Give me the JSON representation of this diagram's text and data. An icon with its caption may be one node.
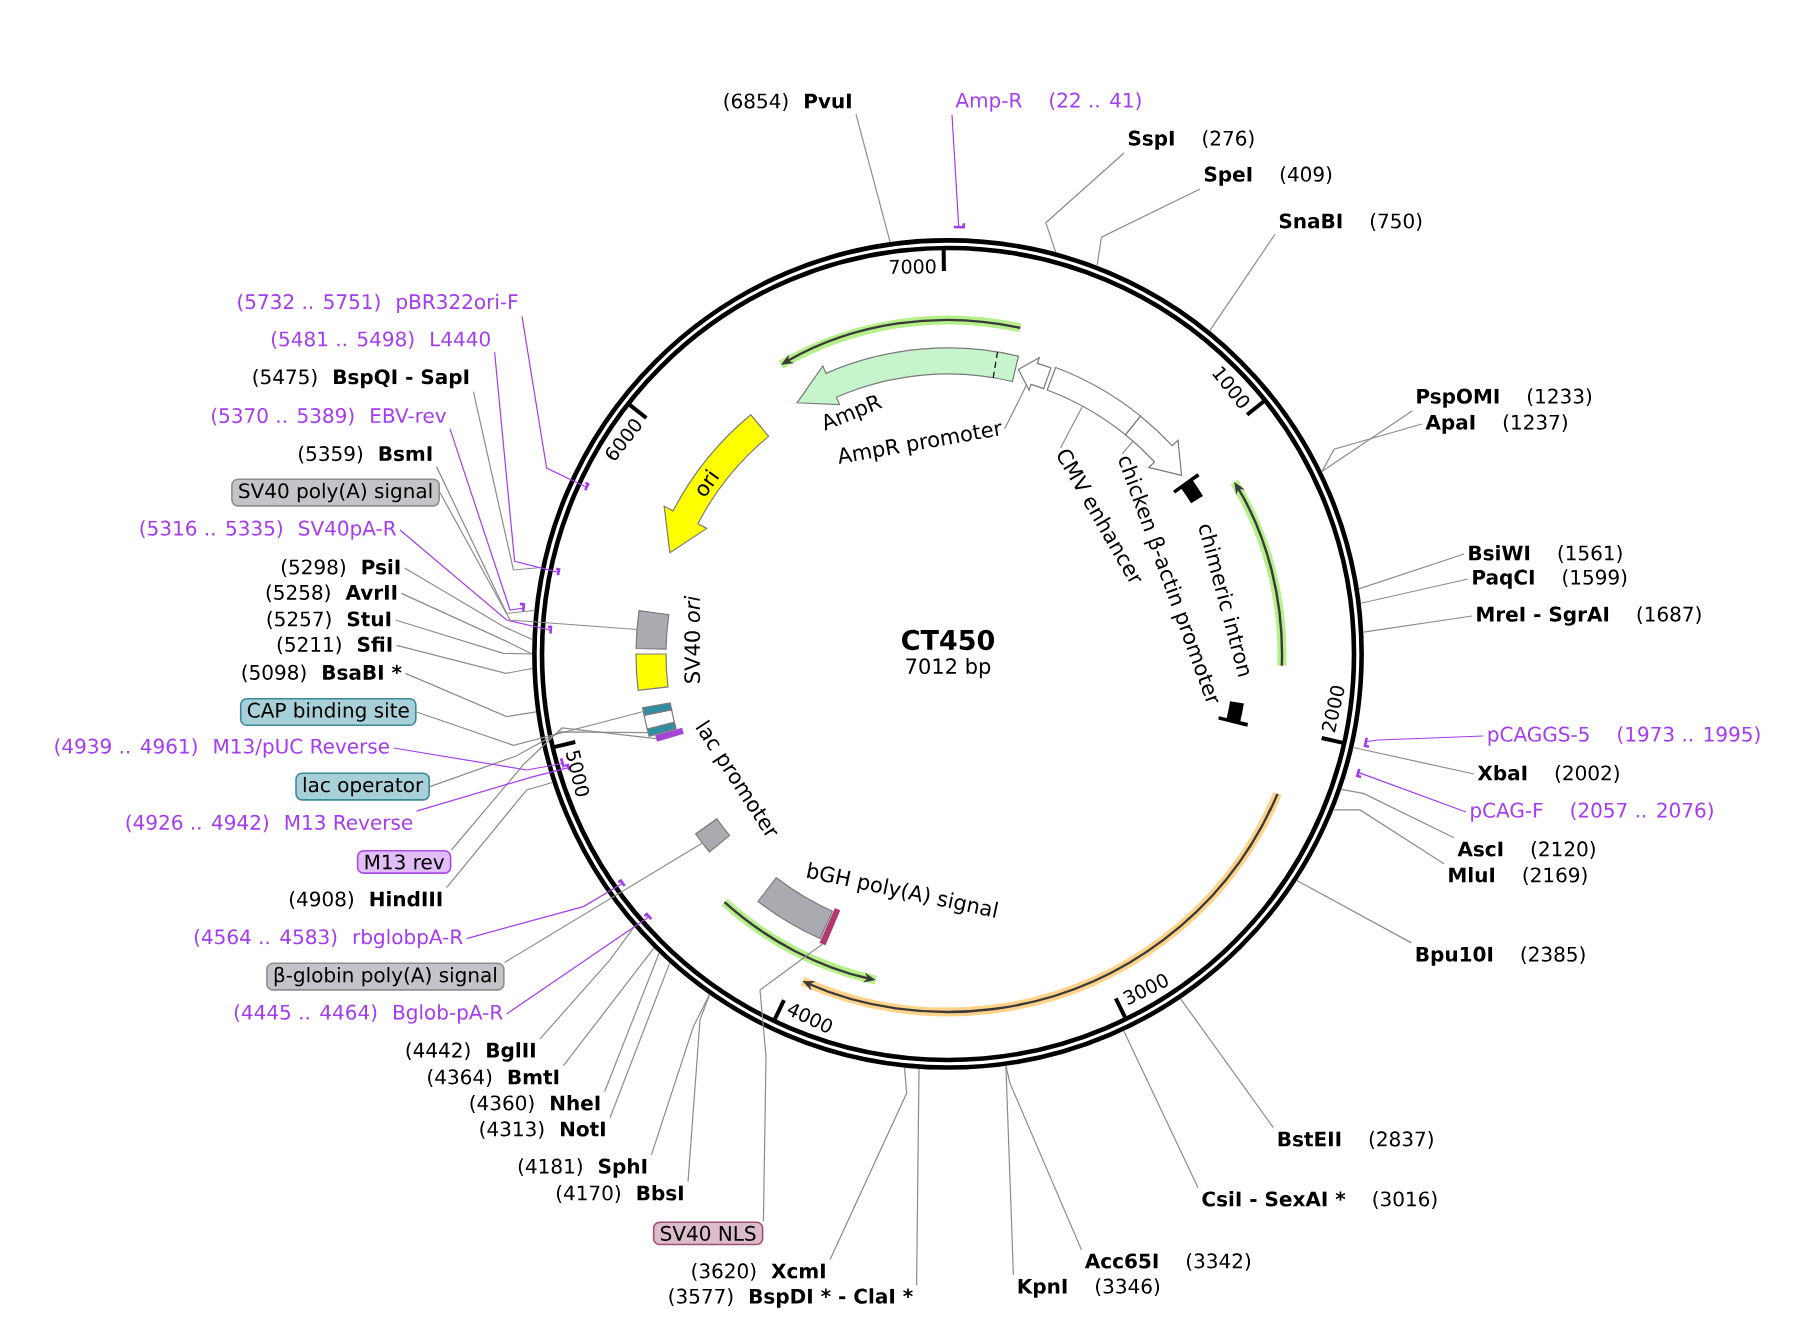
{
  "diagram": {
    "nodes": [
      {
        "text": [
          "CT450",
          "7012 bp"
        ]
      },
      {
        "text": [
          "AmpR"
        ],
        "in": 0
      },
      {
        "text": [],
        "shape": "arrow",
        "in": 0
      },
      {
        "text": [],
        "shape": "box",
        "in": 0
      },
      {
        "text": [],
        "shape": "arrow",
        "in": 0
      },
      {
        "text": [
          "chimeric intron"
        ],
        "in": 0
      },
      {
        "text": [
          "bGH poly(A) signal"
        ],
        "in": 0
      },
      {
        "text": [],
        "shape": "bar",
        "in": 0
      },
      {
        "text": [],
        "shape": "box",
        "in": 0
      },
      {
        "text": [],
        "shape": "bar",
        "in": 0
      },
      {
        "text": [],
        "shape": "box",
        "in": 0
      },
      {
        "text": [
          "lac promoter"
        ],
        "in": 0
      },
      {
        "text": [],
        "shape": "box",
        "in": 0
      },
      {
        "text": [
          "SV40 *ori*"
        ],
        "in": 0
      },
      {
        "text": [],
        "shape": "box",
        "in": 0
      },
      {
        "text": [
          "ori"
        ],
        "in": 0
      },
      {
        "text": [
          "AmpR promoter"
        ],
        "in": 0
      },
      {
        "text": [
          "CMV enhancer"
        ],
        "in": 0
      },
      {
        "text": [
          "chicken β-actin promoter"
        ],
        "in": 0
      },
      {
        "text": [],
        "shape": "bar"
      },
      {
        "text": [],
        "shape": "bar"
      },
      {
        "text": [],
        "shape": "bar"
      },
      {
        "text": [],
        "shape": "bar",
        "in": 0
      },
      {
        "text": [],
        "shape": "bar",
        "in": 0
      },
      {
        "text": [],
        "shape": "bar",
        "in": 0
      },
      {
        "text": [],
        "shape": "bar",
        "in": 0
      },
      {
        "text": [],
        "shape": "bar",
        "in": 0
      },
      {
        "text": [],
        "shape": "bar"
      },
      {
        "text": [],
        "shape": "bar",
        "in": 0
      },
      {
        "text": [],
        "shape": "bar",
        "in": 0
      },
      {
        "text": [
          "(6854)",
          "PvuI"
        ]
      },
      {
        "text": [
          "Amp-R",
          "(22 .. 41)"
        ]
      },
      {
        "text": [
          "SspI",
          "(276)"
        ]
      },
      {
        "text": [
          "SpeI",
          "(409)"
        ]
      },
      {
        "text": [
          "SnaBI",
          "(750)"
        ]
      },
      {
        "text": [
          "PspOMI",
          "(1233)"
        ]
      },
      {
        "text": [
          "ApaI",
          "(1237)"
        ]
      },
      {
        "text": [
          "BsiWI",
          "(1561)"
        ]
      },
      {
        "text": [
          "PaqCI",
          "(1599)"
        ]
      },
      {
        "text": [
          "MreI - SgrAI",
          "(1687)"
        ]
      },
      {
        "text": [
          "pCAGGS-5",
          "(1973 .. 1995)"
        ]
      },
      {
        "text": [
          "XbaI",
          "(2002)"
        ]
      },
      {
        "text": [
          "pCAG-F",
          "(2057 .. 2076)"
        ]
      },
      {
        "text": [
          "AscI",
          "(2120)"
        ]
      },
      {
        "text": [
          "MluI",
          "(2169)"
        ]
      },
      {
        "text": [
          "Bpu10I",
          "(2385)"
        ]
      },
      {
        "text": [
          "BstEII",
          "(2837)"
        ]
      },
      {
        "text": [
          "CsiI - SexAI *",
          "(3016)"
        ]
      },
      {
        "text": [
          "Acc65I",
          "(3342)"
        ]
      },
      {
        "text": [
          "KpnI",
          "(3346)"
        ]
      },
      {
        "text": [
          "(3577)",
          "BspDI * - ClaI *"
        ]
      },
      {
        "text": [
          "(3620)",
          "XcmI"
        ]
      },
      {
        "text": [
          "SV40 NLS"
        ]
      },
      {
        "text": [
          "(4170)",
          "BbsI"
        ]
      },
      {
        "text": [
          "(4181)",
          "SphI"
        ]
      },
      {
        "text": [
          "(4313)",
          "NotI"
        ]
      },
      {
        "text": [
          "(4360)",
          "NheI"
        ]
      },
      {
        "text": [
          "(4364)",
          "BmtI"
        ]
      },
      {
        "text": [
          "(4442)",
          "BglII"
        ]
      },
      {
        "text": [
          "(4445 .. 4464)",
          "Bglob-pA-R"
        ]
      },
      {
        "text": [
          "β-globin poly(A) signal"
        ]
      },
      {
        "text": [
          "(4564 .. 4583)",
          "rbglobpA-R"
        ]
      },
      {
        "text": [
          "(4908)",
          "HindIII"
        ]
      },
      {
        "text": [
          "M13 rev"
        ]
      },
      {
        "text": [
          "(4926 .. 4942)",
          "M13 Reverse"
        ]
      },
      {
        "text": [
          "lac operator"
        ]
      },
      {
        "text": [
          "(4939 .. 4961)",
          "M13/pUC Reverse"
        ]
      },
      {
        "text": [
          "CAP binding site"
        ]
      },
      {
        "text": [
          "(5098)",
          "BsaBI *"
        ]
      },
      {
        "text": [
          "(5211)",
          "SfiI"
        ]
      },
      {
        "text": [
          "(5257)",
          "StuI"
        ]
      },
      {
        "text": [
          "(5258)",
          "AvrII"
        ]
      },
      {
        "text": [
          "(5298)",
          "PsiI"
        ]
      },
      {
        "text": [
          "(5316 .. 5335)",
          "SV40pA-R"
        ]
      },
      {
        "text": [
          "SV40 poly(A) signal"
        ]
      },
      {
        "text": [
          "(5359)",
          "BsmI"
        ]
      },
      {
        "text": [
          "(5370 .. 5389)",
          "EBV-rev"
        ]
      },
      {
        "text": [
          "(5475)",
          "BspQI - SapI"
        ]
      },
      {
        "text": [
          "(5481 .. 5498)",
          "L4440"
        ]
      },
      {
        "text": [
          "(5732 .. 5751)",
          "pBR322ori-F"
        ]
      }
    ],
    "edges": [
      {
        "from": 30,
        "to": 0,
        "arrow": "none"
      },
      {
        "from": 31,
        "to": 19,
        "arrow": "none",
        "color": "#a43cf0"
      },
      {
        "from": 32,
        "to": 0,
        "arrow": "none"
      },
      {
        "from": 33,
        "to": 0,
        "arrow": "none"
      },
      {
        "from": 34,
        "to": 0,
        "arrow": "none"
      },
      {
        "from": 35,
        "to": 0,
        "arrow": "none"
      },
      {
        "from": 36,
        "to": 0,
        "arrow": "none"
      },
      {
        "from": 37,
        "to": 0,
        "arrow": "none"
      },
      {
        "from": 38,
        "to": 0,
        "arrow": "none"
      },
      {
        "from": 39,
        "to": 0,
        "arrow": "none"
      },
      {
        "from": 40,
        "to": 20,
        "arrow": "none",
        "color": "#a43cf0"
      },
      {
        "from": 41,
        "to": 0,
        "arrow": "none"
      },
      {
        "from": 42,
        "to": 21,
        "arrow": "none",
        "color": "#a43cf0"
      },
      {
        "from": 43,
        "to": 0,
        "arrow": "none"
      },
      {
        "from": 44,
        "to": 0,
        "arrow": "none"
      },
      {
        "from": 45,
        "to": 0,
        "arrow": "none"
      },
      {
        "from": 46,
        "to": 0,
        "arrow": "none"
      },
      {
        "from": 47,
        "to": 0,
        "arrow": "none"
      },
      {
        "from": 48,
        "to": 0,
        "arrow": "none"
      },
      {
        "from": 49,
        "to": 0,
        "arrow": "none"
      },
      {
        "from": 50,
        "to": 0,
        "arrow": "none"
      },
      {
        "from": 51,
        "to": 0,
        "arrow": "none"
      },
      {
        "from": 52,
        "to": 7,
        "arrow": "none"
      },
      {
        "from": 53,
        "to": 0,
        "arrow": "none"
      },
      {
        "from": 54,
        "to": 0,
        "arrow": "none"
      },
      {
        "from": 55,
        "to": 0,
        "arrow": "none"
      },
      {
        "from": 56,
        "to": 0,
        "arrow": "none"
      },
      {
        "from": 57,
        "to": 0,
        "arrow": "none"
      },
      {
        "from": 58,
        "to": 0,
        "arrow": "none"
      },
      {
        "from": 59,
        "to": 22,
        "arrow": "none",
        "color": "#a43cf0"
      },
      {
        "from": 60,
        "to": 8,
        "arrow": "none"
      },
      {
        "from": 61,
        "to": 23,
        "arrow": "none",
        "color": "#a43cf0"
      },
      {
        "from": 62,
        "to": 0,
        "arrow": "none"
      },
      {
        "from": 63,
        "to": 9,
        "arrow": "none"
      },
      {
        "from": 64,
        "to": 24,
        "arrow": "none",
        "color": "#a43cf0"
      },
      {
        "from": 65,
        "to": 10,
        "arrow": "none"
      },
      {
        "from": 66,
        "to": 25,
        "arrow": "none",
        "color": "#a43cf0"
      },
      {
        "from": 67,
        "to": 12,
        "arrow": "none"
      },
      {
        "from": 68,
        "to": 0,
        "arrow": "none"
      },
      {
        "from": 69,
        "to": 0,
        "arrow": "none"
      },
      {
        "from": 70,
        "to": 0,
        "arrow": "none"
      },
      {
        "from": 71,
        "to": 0,
        "arrow": "none"
      },
      {
        "from": 72,
        "to": 0,
        "arrow": "none"
      },
      {
        "from": 73,
        "to": 26,
        "arrow": "none",
        "color": "#a43cf0"
      },
      {
        "from": 74,
        "to": 14,
        "arrow": "none"
      },
      {
        "from": 75,
        "to": 0,
        "arrow": "none"
      },
      {
        "from": 76,
        "to": 27,
        "arrow": "none",
        "color": "#a43cf0"
      },
      {
        "from": 77,
        "to": 0,
        "arrow": "none"
      },
      {
        "from": 78,
        "to": 28,
        "arrow": "none",
        "color": "#a43cf0"
      },
      {
        "from": 79,
        "to": 29,
        "arrow": "none",
        "color": "#a43cf0"
      },
      {
        "from": 16,
        "to": 2,
        "arrow": "none"
      },
      {
        "from": 17,
        "to": 3,
        "arrow": "none"
      },
      {
        "from": 18,
        "to": 4,
        "arrow": "none"
      }
    ],
    "labels": [
      "7000",
      "1000",
      "2000",
      "3000",
      "4000",
      "5000",
      "6000"
    ]
  }
}
